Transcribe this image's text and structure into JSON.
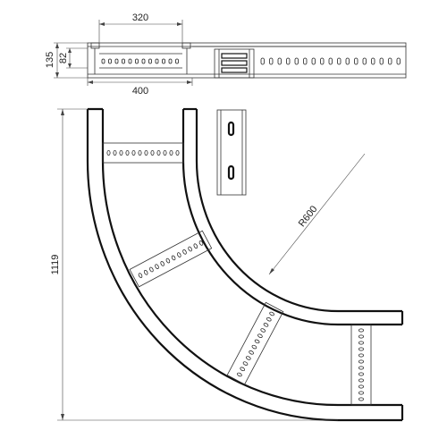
{
  "drawing": {
    "type": "technical-drawing",
    "subject": "cable ladder 90-degree horizontal bend",
    "line_color": "#111111",
    "background": "#ffffff"
  },
  "dimensions": {
    "inner_width": "320",
    "outer_width": "400",
    "total_height": "135",
    "side_rail_height": "82",
    "overall_length": "1119",
    "bend_radius": "R600"
  }
}
